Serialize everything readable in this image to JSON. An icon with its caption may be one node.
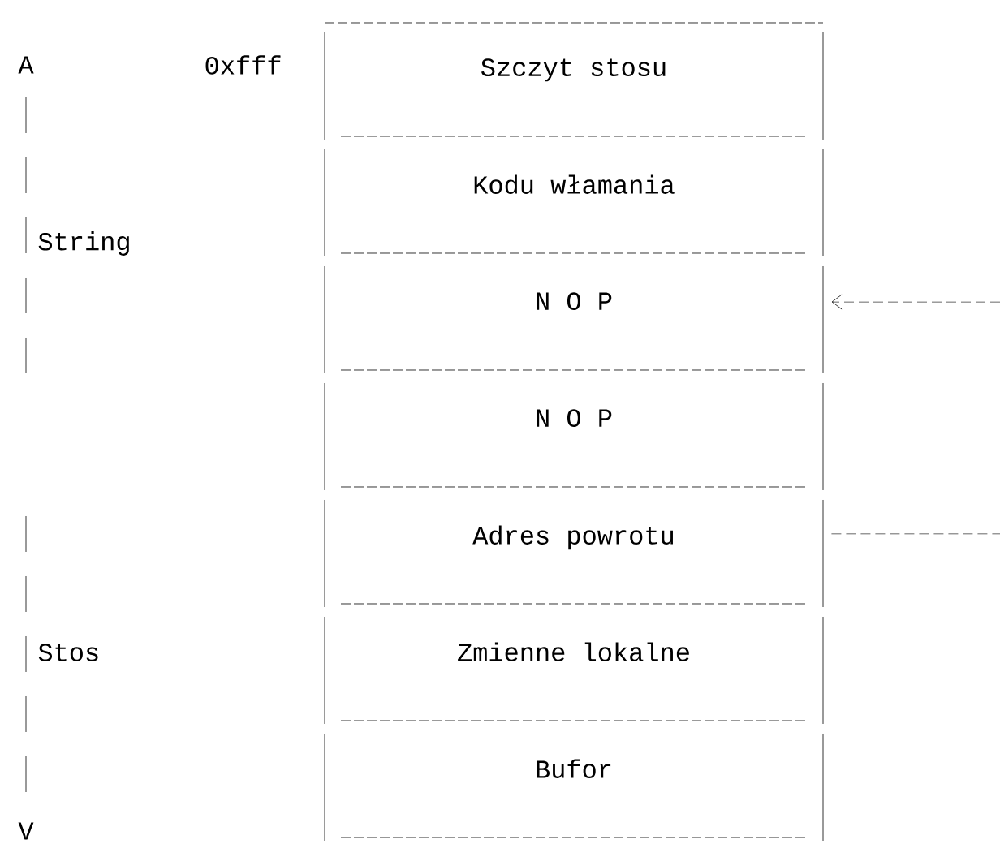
{
  "diagram": {
    "nodes": [
      {
        "text": [
          "Szczyt stosu"
        ]
      },
      {
        "text": [
          "Kodu włamania"
        ]
      },
      {
        "text": [
          "N O P"
        ]
      },
      {
        "text": [
          "N O P"
        ]
      },
      {
        "text": [
          "Adres powrotu"
        ]
      },
      {
        "text": [
          "Zmienne lokalne"
        ]
      },
      {
        "text": [
          "Bufor"
        ]
      }
    ],
    "edges": [
      {
        "from": null,
        "to": 2,
        "arrow": "to",
        "style": "dashed"
      },
      {
        "from": 4,
        "to": null,
        "arrow": "none",
        "style": "dashed"
      }
    ],
    "labels": [
      "A",
      "0xfff",
      "String",
      "Stos",
      "V"
    ]
  }
}
